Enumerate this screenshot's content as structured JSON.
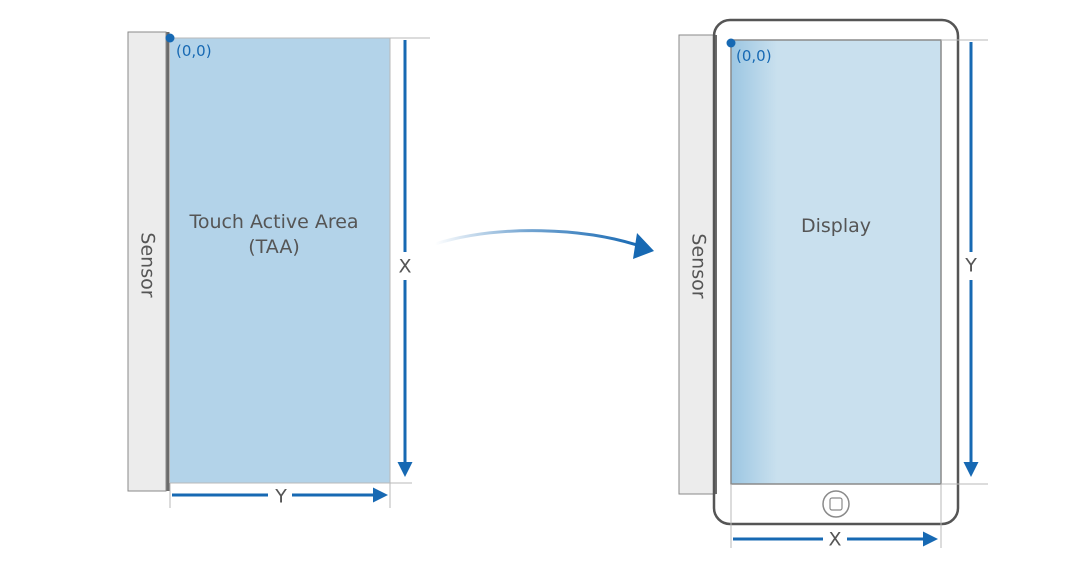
{
  "left_panel": {
    "sensor_label": "Sensor",
    "origin_label": "(0,0)",
    "area_label_line1": "Touch Active Area",
    "area_label_line2": "(TAA)",
    "vertical_axis_label": "X",
    "horizontal_axis_label": "Y"
  },
  "right_panel": {
    "sensor_label": "Sensor",
    "origin_label": "(0,0)",
    "area_label": "Display",
    "vertical_axis_label": "Y",
    "horizontal_axis_label": "X"
  },
  "colors": {
    "accent_blue": "#1769b3",
    "taa_fill": "#b3d3e9",
    "display_fill": "#c9e0ee",
    "sensor_fill": "#ececec",
    "outline": "#8a8a8a",
    "label_text": "#555555",
    "origin_text": "#1769b3"
  },
  "icons": {
    "transition_arrow": "curved-arrow-icon",
    "home_button": "home-button-icon"
  }
}
